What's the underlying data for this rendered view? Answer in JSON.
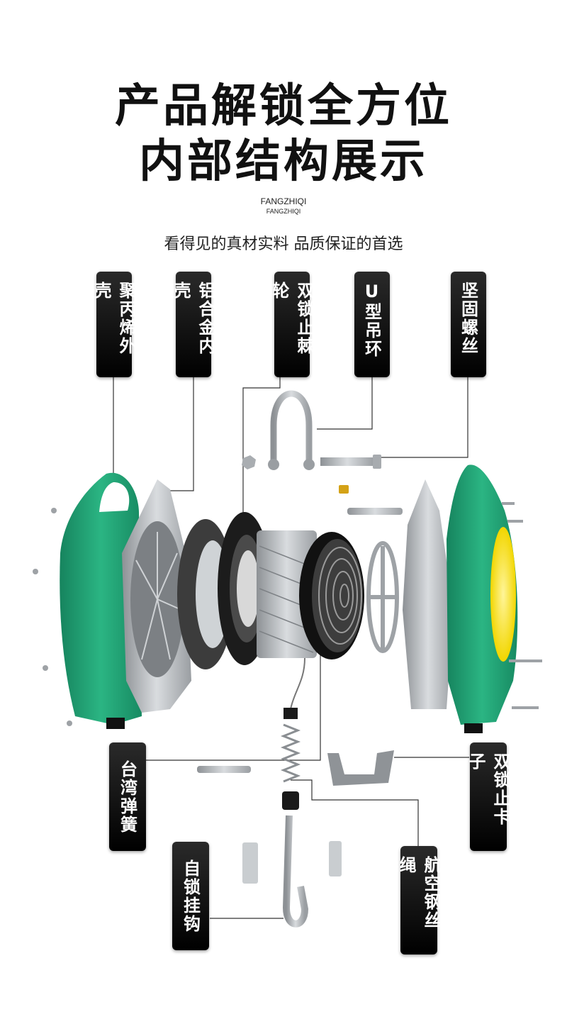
{
  "header": {
    "title_line1": "产品解锁全方位",
    "title_line2": "内部结构展示",
    "brand_line1": "FANGZHIQI",
    "brand_line2": "FANGZHIQI",
    "tagline": "看得见的真材实料 品质保证的首选"
  },
  "labels": {
    "outer_shell": "聚丙烯外壳",
    "alloy_shell": "铝合金内壳",
    "ratchet": "双锁止棘轮",
    "u_ring": "U型吊环",
    "bolt": "坚固螺丝",
    "spring": "台湾弹簧",
    "clip": "双锁止卡子",
    "hook": "自锁挂钩",
    "wire": "航空钢丝绳"
  },
  "colors": {
    "shell_green": "#1f9e72",
    "label_bg": "#111111",
    "metal": "#b8bcc0"
  }
}
